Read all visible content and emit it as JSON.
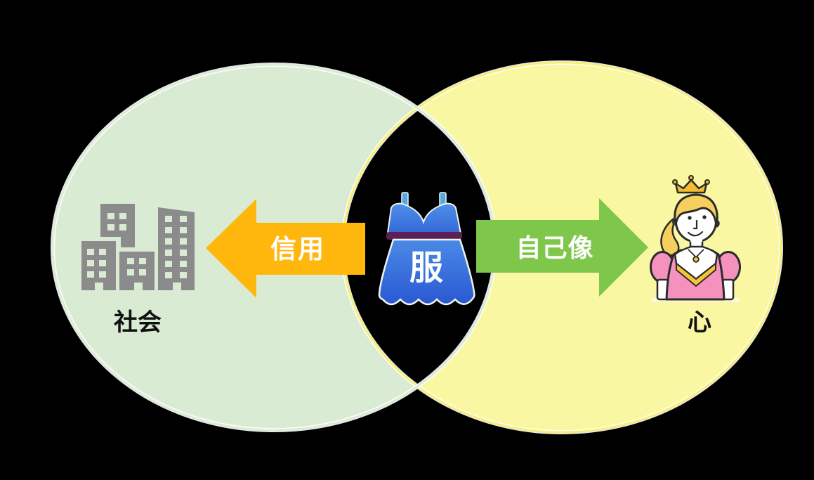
{
  "venn": {
    "left_region": {
      "label": "社会",
      "fill": "#d9ecd3",
      "edge_color": "#dcecd6",
      "icon": "buildings-icon"
    },
    "right_region": {
      "label": "心",
      "fill": "#f9f7a1",
      "edge_color": "#f7ef76",
      "icon": "princess-icon"
    },
    "overlap": {
      "label": "服",
      "icon": "dress-icon"
    }
  },
  "arrows": {
    "left_arrow": {
      "label": "信用",
      "color": "#ffb60d",
      "direction": "left"
    },
    "right_arrow": {
      "label": "自己像",
      "color": "#7ec74b",
      "direction": "right"
    }
  },
  "colors": {
    "background": "#000000",
    "building_gray": "#8b8b8b",
    "dress_blue_top": "#4a8ae6",
    "dress_blue_bottom": "#2a58d2",
    "dress_strap_blue": "#4fa9e6",
    "waistband_plum": "#5c2057",
    "princess_pink": "#f492bd",
    "gold": "#f4c636",
    "hair_blonde": "#f6cf5e",
    "label_text": "#111111",
    "arrow_text": "#ffffff"
  }
}
